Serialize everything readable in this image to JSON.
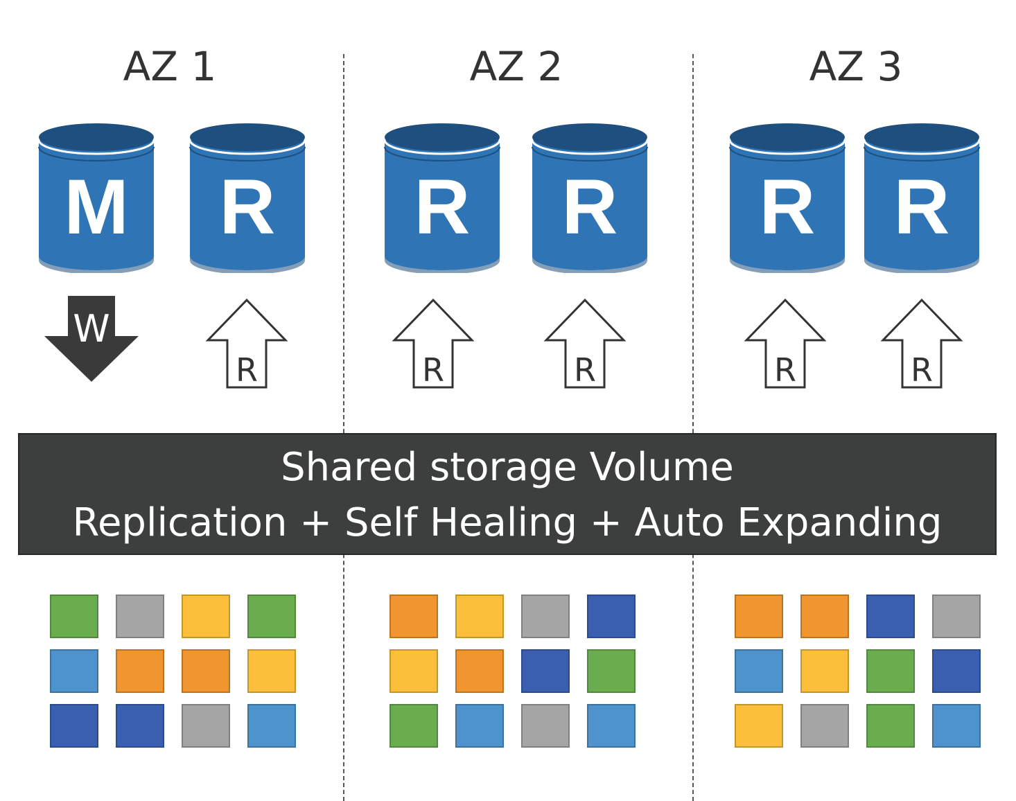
{
  "zones": [
    {
      "title": "AZ 1",
      "databases": [
        {
          "letter": "M",
          "role": "master",
          "color": "#2f74b5"
        },
        {
          "letter": "R",
          "role": "replica",
          "color": "#2f74b5"
        }
      ],
      "arrows": [
        {
          "letter": "W",
          "direction": "down",
          "style": "filled-dark"
        },
        {
          "letter": "R",
          "direction": "up",
          "style": "outline"
        }
      ],
      "blocks": [
        [
          "green",
          "gray",
          "yellow",
          "green"
        ],
        [
          "lightblue",
          "orange",
          "orange",
          "yellow"
        ],
        [
          "darkblue",
          "darkblue",
          "gray",
          "lightblue"
        ]
      ]
    },
    {
      "title": "AZ 2",
      "databases": [
        {
          "letter": "R",
          "role": "replica",
          "color": "#2f74b5"
        },
        {
          "letter": "R",
          "role": "replica",
          "color": "#2f74b5"
        }
      ],
      "arrows": [
        {
          "letter": "R",
          "direction": "up",
          "style": "outline"
        },
        {
          "letter": "R",
          "direction": "up",
          "style": "outline"
        }
      ],
      "blocks": [
        [
          "orange",
          "yellow",
          "gray",
          "darkblue"
        ],
        [
          "yellow",
          "orange",
          "darkblue",
          "green"
        ],
        [
          "green",
          "lightblue",
          "gray",
          "lightblue"
        ]
      ]
    },
    {
      "title": "AZ 3",
      "databases": [
        {
          "letter": "R",
          "role": "replica",
          "color": "#2f74b5"
        },
        {
          "letter": "R",
          "role": "replica",
          "color": "#2f74b5"
        }
      ],
      "arrows": [
        {
          "letter": "R",
          "direction": "up",
          "style": "outline"
        },
        {
          "letter": "R",
          "direction": "up",
          "style": "outline"
        }
      ],
      "blocks": [
        [
          "orange",
          "orange",
          "darkblue",
          "gray"
        ],
        [
          "lightblue",
          "yellow",
          "green",
          "darkblue"
        ],
        [
          "yellow",
          "gray",
          "green",
          "lightblue"
        ]
      ]
    }
  ],
  "storage": {
    "line1": "Shared storage Volume",
    "line2": "Replication + Self Healing + Auto Expanding"
  },
  "colors": {
    "db_body": "#2f74b5",
    "db_dark": "#1f4f7e",
    "storage_bar": "#3d3f3f",
    "write_arrow": "#3a3a3a",
    "green": "#6aad4f",
    "gray": "#a5a5a5",
    "yellow": "#fbbf3b",
    "lightblue": "#4e93cc",
    "orange": "#f0952f",
    "darkblue": "#3a5fb0"
  }
}
